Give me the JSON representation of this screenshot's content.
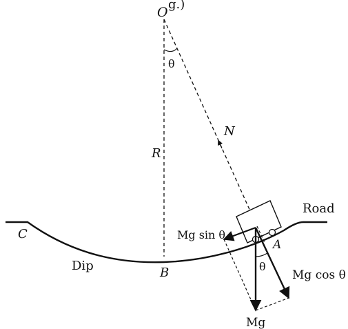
{
  "top_fragment": "g.)",
  "labels": {
    "center": "O",
    "angle_top": "θ",
    "radius": "R",
    "normal": "N",
    "road": "Road",
    "point_c": "C",
    "dip": "Dip",
    "point_b": "B",
    "point_a": "A",
    "angle_bottom": "θ",
    "weight": "Mg",
    "tangential": "Mg sin θ",
    "normal_component": "Mg cos θ"
  }
}
